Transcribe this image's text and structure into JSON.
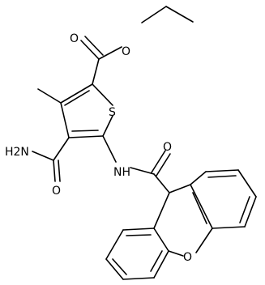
{
  "molecule": {
    "atoms": {
      "ester_o_carbonyl": "O",
      "ester_o_ether": "O",
      "ring_s": "S",
      "amide_nh2": "H2N",
      "amide_o": "O",
      "amide_nh": "NH",
      "xanthene_amide_o": "O",
      "xanthene_o": "O"
    }
  }
}
